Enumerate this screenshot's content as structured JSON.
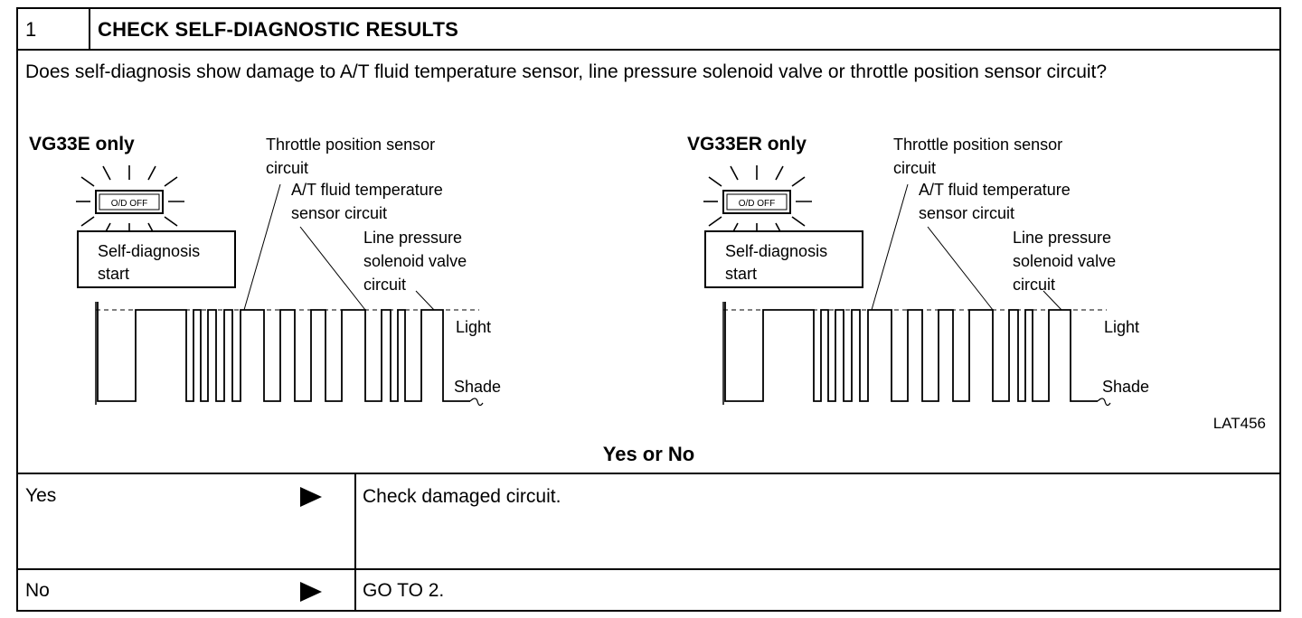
{
  "header": {
    "step_number": "1",
    "title": "CHECK SELF-DIAGNOSTIC RESULTS"
  },
  "question": "Does self-diagnosis show damage to A/T fluid temperature sensor, line pressure solenoid valve or throttle position sensor circuit?",
  "diagrams": [
    {
      "title": "VG33E only",
      "lamp_label": "O/D OFF",
      "start_box": [
        "Self-diagnosis",
        "start"
      ],
      "callout_tps": [
        "Throttle position sensor",
        "circuit"
      ],
      "callout_atf": [
        "A/T fluid temperature",
        "sensor circuit"
      ],
      "callout_lps": [
        "Line pressure",
        "solenoid valve",
        "circuit"
      ],
      "level_high": "Light",
      "level_low": "Shade"
    },
    {
      "title": "VG33ER only",
      "lamp_label": "O/D OFF",
      "start_box": [
        "Self-diagnosis",
        "start"
      ],
      "callout_tps": [
        "Throttle position sensor",
        "circuit"
      ],
      "callout_atf": [
        "A/T fluid temperature",
        "sensor circuit"
      ],
      "callout_lps": [
        "Line pressure",
        "solenoid valve",
        "circuit"
      ],
      "level_high": "Light",
      "level_low": "Shade"
    }
  ],
  "figure_code": "LAT456",
  "decision_label": "Yes or No",
  "rows": [
    {
      "answer": "Yes",
      "action": "Check damaged circuit."
    },
    {
      "answer": "No",
      "action": "GO TO 2."
    }
  ]
}
